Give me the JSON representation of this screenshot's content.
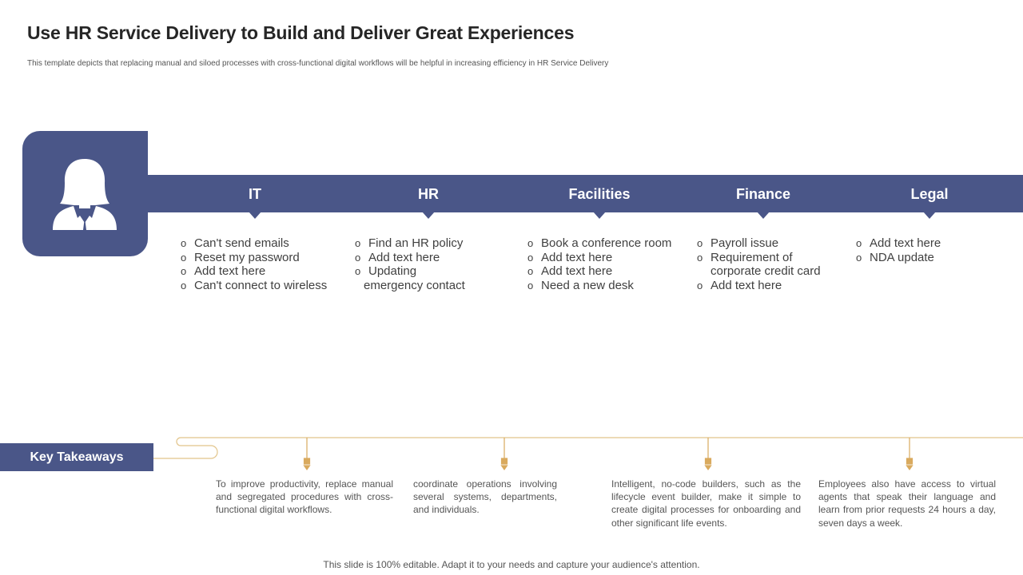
{
  "slide": {
    "title": "Use HR Service Delivery to Build and Deliver Great Experiences",
    "subtitle": "This template depicts that replacing manual and siloed processes with cross-functional digital workflows will be helpful in increasing efficiency in HR Service Delivery",
    "footer": "This slide is 100% editable. Adapt it to your needs and capture your audience's attention."
  },
  "icons": {
    "avatar": "female-user-icon"
  },
  "colors": {
    "accent": "#4a5688",
    "line": "#e2c48a",
    "marker": "#d9aa5e"
  },
  "departments": [
    {
      "label": "IT",
      "items": [
        "Can't send emails",
        "Reset my password",
        "Add text here",
        "Can't connect to wireless"
      ]
    },
    {
      "label": "HR",
      "items": [
        "Find an HR policy",
        "Add text here",
        "Updating",
        "emergency contact"
      ]
    },
    {
      "label": "Facilities",
      "items": [
        "Book a conference room",
        "Add text here",
        "Add text here",
        "Need a new desk"
      ]
    },
    {
      "label": "Finance",
      "items": [
        "Payroll issue",
        "Requirement of",
        "corporate credit card",
        "Add text here"
      ]
    },
    {
      "label": "Legal",
      "items": [
        "Add text here",
        "NDA update"
      ]
    }
  ],
  "key_takeaways": {
    "label": "Key Takeaways",
    "items": [
      "To improve productivity, replace manual and segregated procedures with cross-functional digital workflows.",
      "coordinate operations involving several systems, departments, and individuals.",
      "Intelligent, no-code builders, such as the lifecycle event builder, make it simple to create digital processes for onboarding and other significant life events.",
      "Employees also have  access to virtual agents that speak their language and learn from prior requests 24 hours a day, seven days a week."
    ]
  }
}
